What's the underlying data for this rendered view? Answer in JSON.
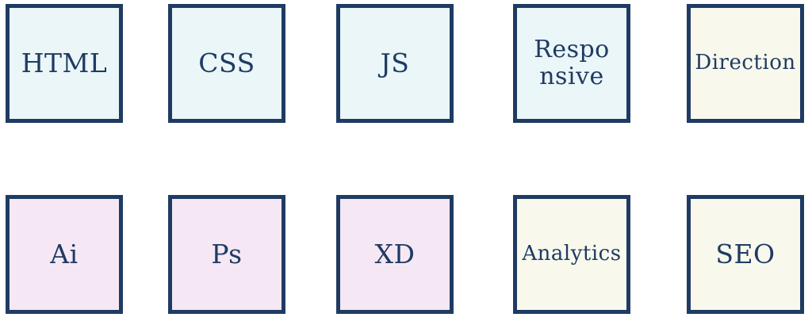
{
  "tiles": [
    {
      "label": "HTML",
      "color": "#eaf6f7"
    },
    {
      "label": "CSS",
      "color": "#eaf6f7"
    },
    {
      "label": "JS",
      "color": "#eaf6f7"
    },
    {
      "label": "Responsive",
      "color": "#eaf6f7"
    },
    {
      "label": "Direction",
      "color": "#f8f8ec"
    },
    {
      "label": "Ai",
      "color": "#f5e8f4"
    },
    {
      "label": "Ps",
      "color": "#f5e8f4"
    },
    {
      "label": "XD",
      "color": "#f5e8f4"
    },
    {
      "label": "Analytics",
      "color": "#f8f8ec"
    },
    {
      "label": "SEO",
      "color": "#f8f8ec"
    }
  ],
  "colors": {
    "border": "#1f3b63",
    "text": "#1f3b63",
    "blue_tile": "#eaf6f7",
    "pink_tile": "#f5e8f4",
    "cream_tile": "#f8f8ec"
  }
}
